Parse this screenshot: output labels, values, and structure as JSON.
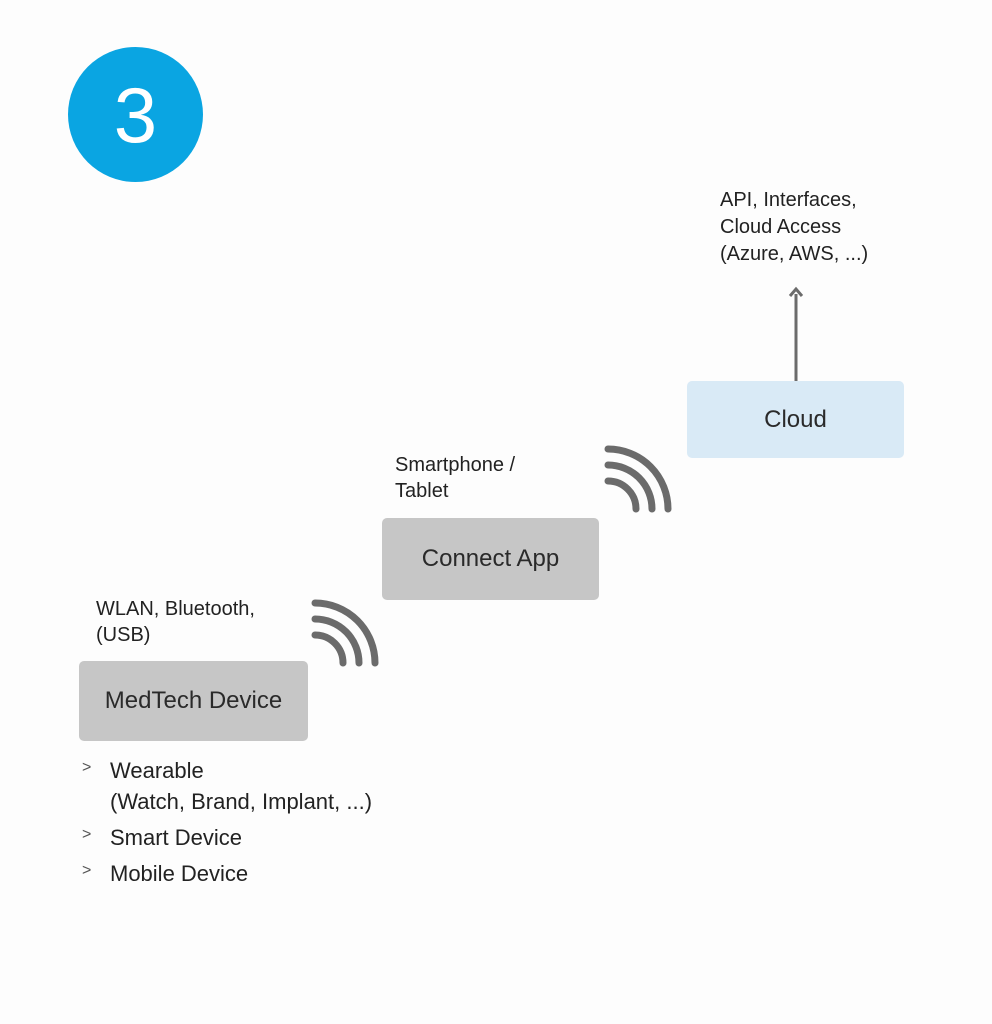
{
  "step_number": "3",
  "colors": {
    "step_circle": "#0aa5e2",
    "device_box": "#c6c6c6",
    "cloud_box": "#d9eaf6",
    "signal": "#6b6b6b",
    "arrow": "#6b6b6b"
  },
  "medtech": {
    "label": "MedTech Device",
    "connectivity": "WLAN, Bluetooth,\n(USB)"
  },
  "connect_app": {
    "label": "Connect App",
    "platform": "Smartphone /\nTablet"
  },
  "cloud": {
    "label": "Cloud",
    "access": "API, Interfaces,\nCloud Access\n(Azure, AWS, ...)"
  },
  "device_types": {
    "bullet": ">",
    "items": [
      {
        "label": "Wearable\n(Watch, Brand, Implant, ...)"
      },
      {
        "label": "Smart Device"
      },
      {
        "label": "Mobile Device"
      }
    ]
  },
  "icons": {
    "signal": "wifi-signal-icon",
    "uplink": "up-arrow-icon"
  }
}
